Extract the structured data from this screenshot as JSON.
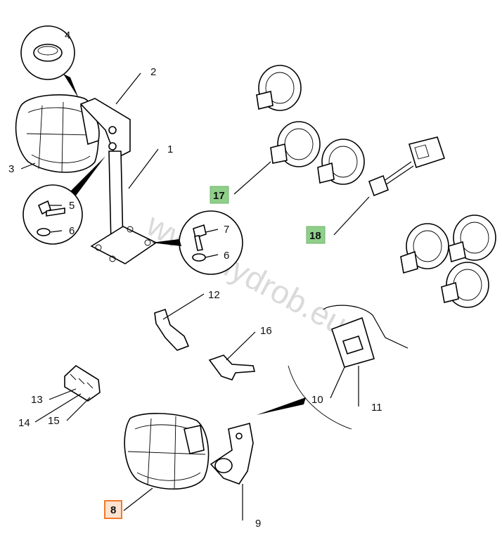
{
  "watermark": "www.hydrob.eu",
  "callouts": {
    "c1": "1",
    "c2": "2",
    "c3": "3",
    "c4": "4",
    "c5": "5",
    "c6a": "6",
    "c6b": "6",
    "c7": "7",
    "c8": "8",
    "c9": "9",
    "c10": "10",
    "c11": "11",
    "c12": "12",
    "c13": "13",
    "c14": "14",
    "c15": "15",
    "c16": "16",
    "c17": "17",
    "c18": "18"
  },
  "highlight_colors": {
    "green_fill": "#8fcf8a",
    "green_stroke": "#6fb56a",
    "orange_fill": "#fde2cf",
    "orange_stroke": "#f07a2a"
  }
}
